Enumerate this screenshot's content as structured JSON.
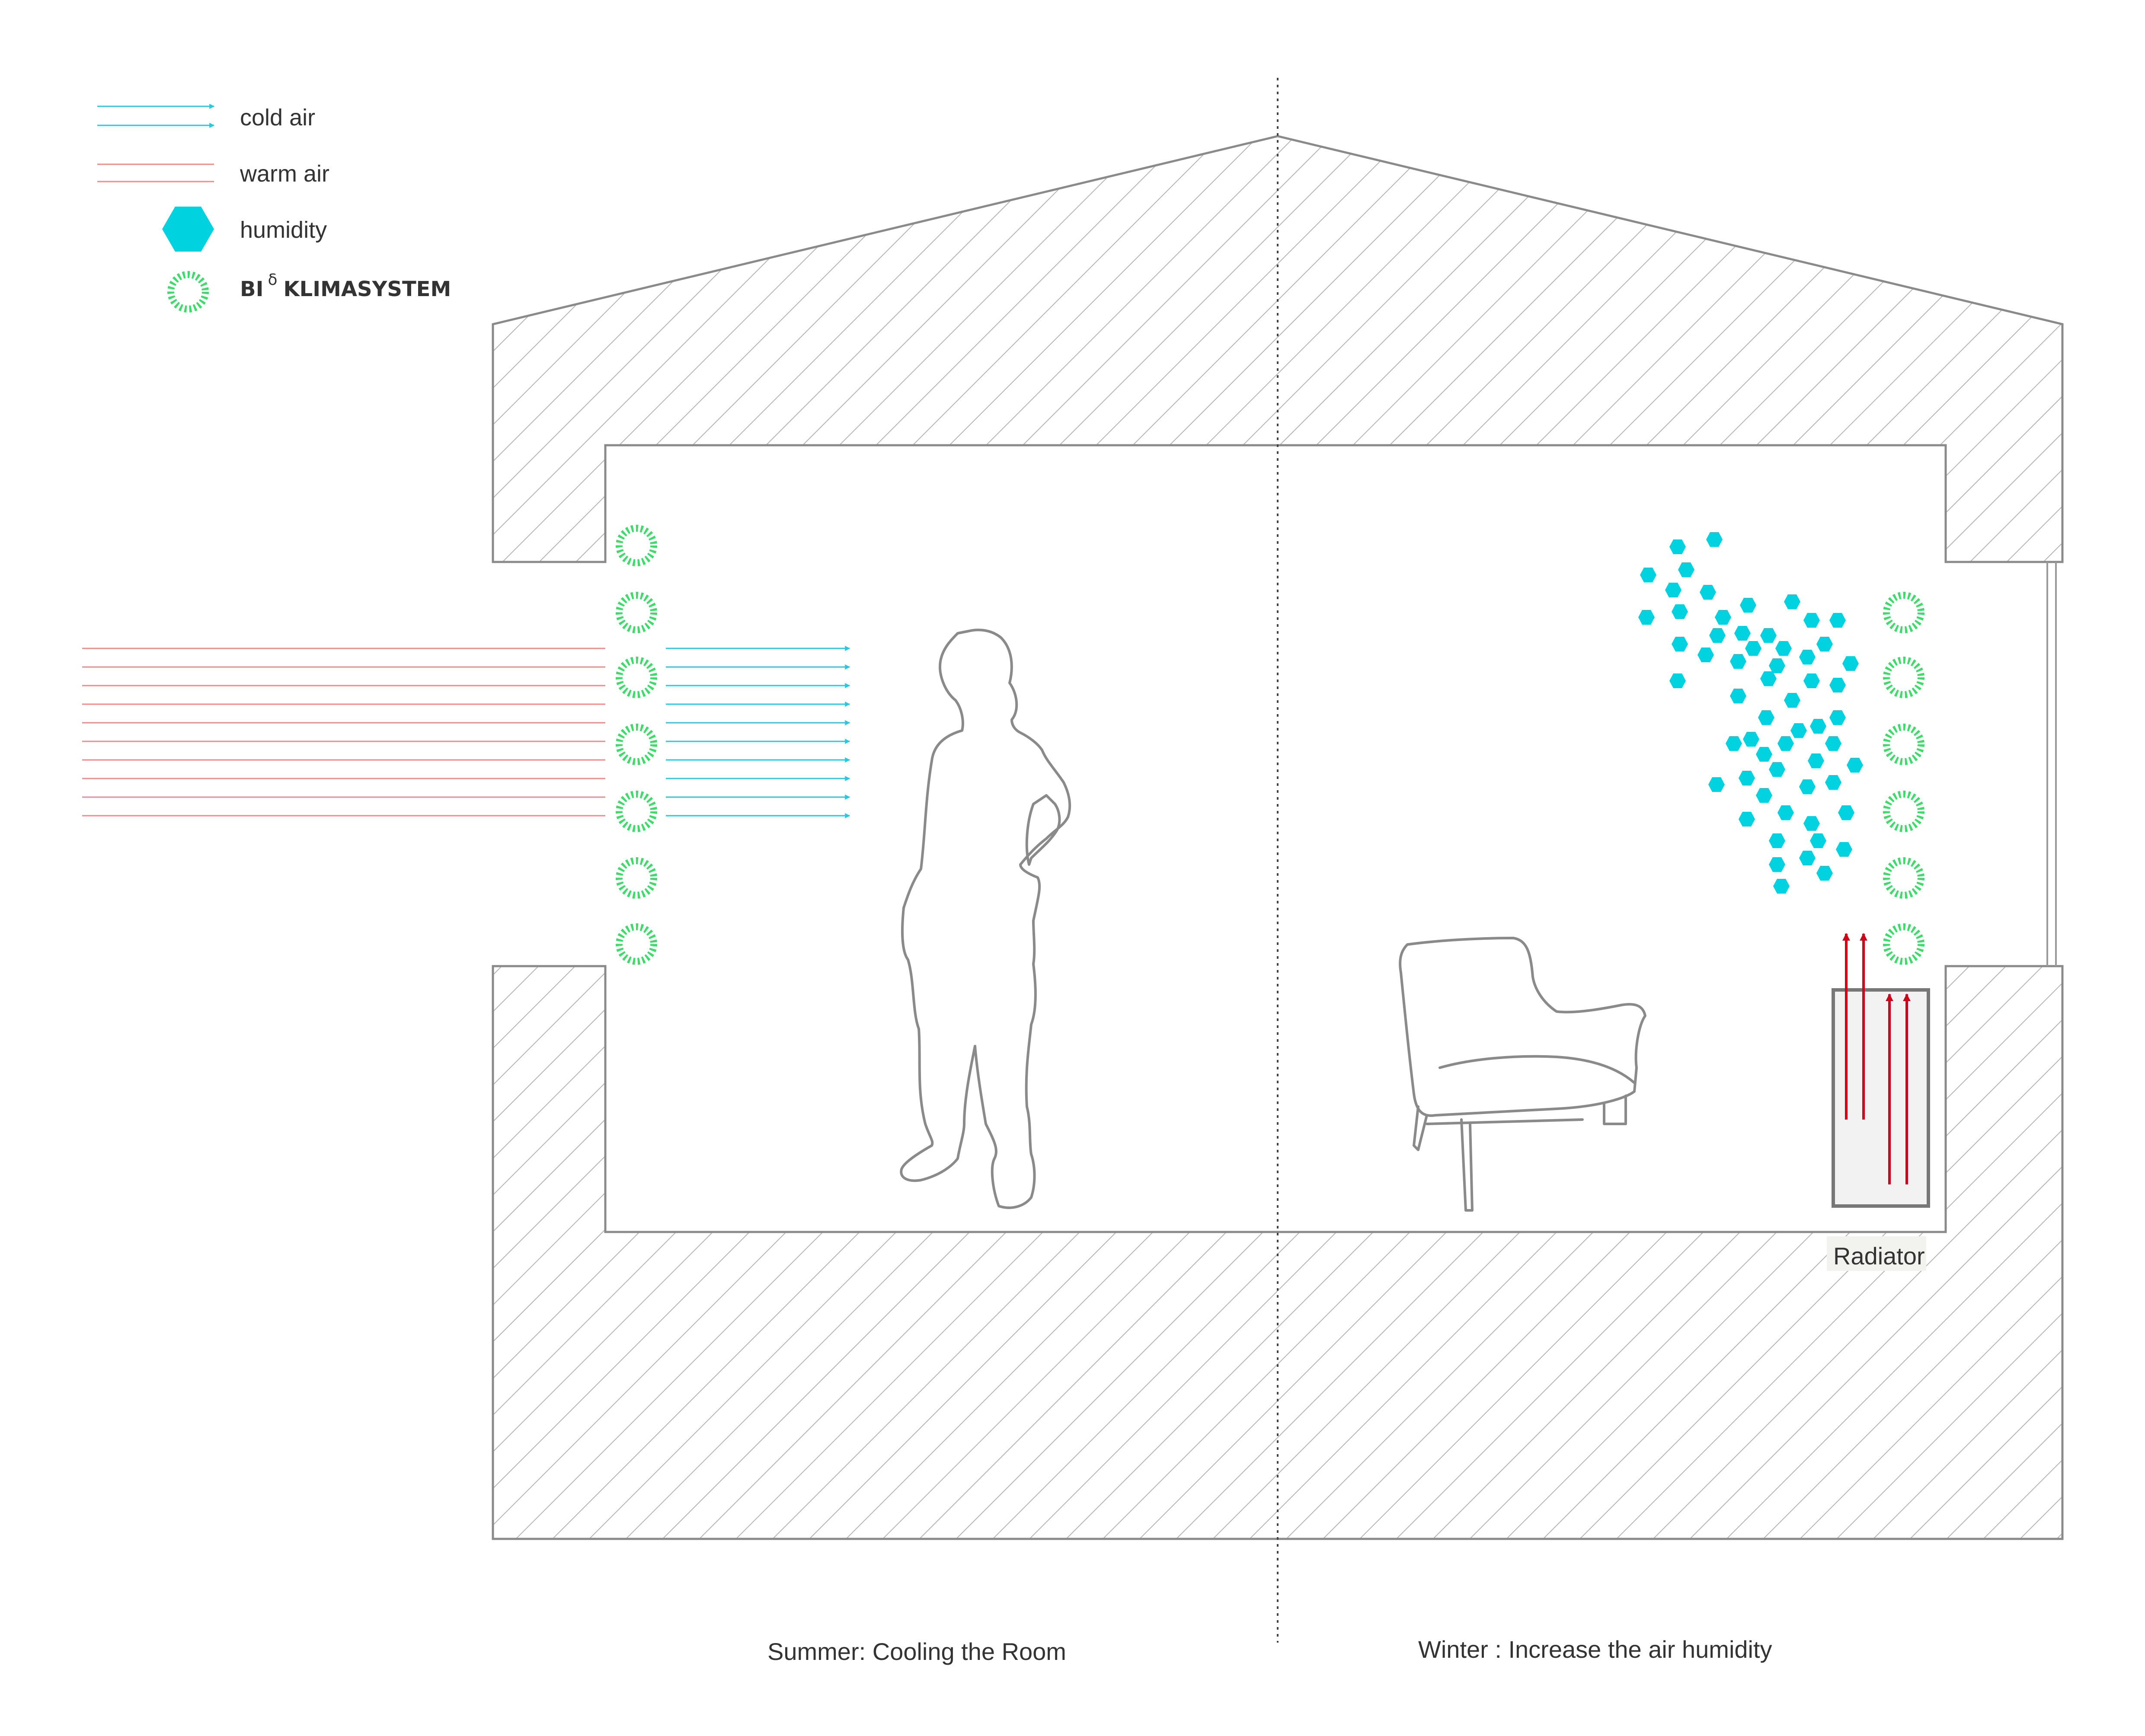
{
  "legend": {
    "cold_air": "cold air",
    "warm_air": "warm air",
    "humidity": "humidity",
    "brand_main": "BI",
    "brand_sup": "δ",
    "brand_rest": "KLIMASYSTEM"
  },
  "labels": {
    "radiator": "Radiator",
    "summer": "Summer: Cooling the Room",
    "winter": "Winter : Increase the air humidity"
  },
  "colors": {
    "cold_air": "#29c8e0",
    "warm_air": "#f08a8a",
    "humidity": "#00d2e0",
    "klimasystem": "#3ddc6a",
    "heat_arrow": "#d0021b",
    "wall_line": "#8a8a8a"
  },
  "icons": {
    "humidity": "hexagon-icon",
    "klimasystem": "dashed-ring-icon",
    "person": "standing-person-silhouette",
    "chair": "armchair-outline"
  }
}
